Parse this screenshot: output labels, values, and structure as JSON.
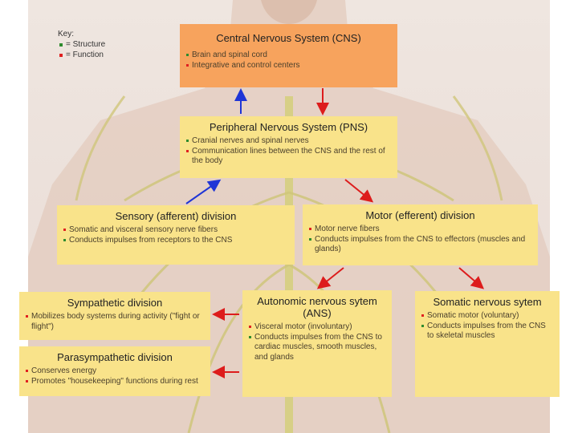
{
  "key": {
    "title": "Key:",
    "items": [
      {
        "label": "= Structure",
        "color": "#2e8b2e"
      },
      {
        "label": "= Function",
        "color": "#e02020"
      }
    ]
  },
  "colors": {
    "structure": "#2e8b2e",
    "function": "#e02020",
    "afferent_arrow": "#1f35d6",
    "efferent_arrow": "#dd1c1c",
    "box": "#f9e38a",
    "cns_box": "#f7a35d"
  },
  "boxes": {
    "cns": {
      "title": "Central Nervous System (CNS)",
      "items": [
        {
          "text": "Brain and spinal cord",
          "kind": "structure"
        },
        {
          "text": "Integrative and control centers",
          "kind": "function"
        }
      ]
    },
    "pns": {
      "title": "Peripheral Nervous System (PNS)",
      "items": [
        {
          "text": "Cranial nerves and spinal nerves",
          "kind": "structure"
        },
        {
          "text": "Communication lines between the CNS and the rest of the body",
          "kind": "function"
        }
      ]
    },
    "sensory": {
      "title": "Sensory (afferent) division",
      "items": [
        {
          "text": "Somatic and visceral sensory nerve fibers",
          "kind": "structure"
        },
        {
          "text": "Conducts impulses from receptors to the CNS",
          "kind": "function"
        }
      ]
    },
    "motor": {
      "title": "Motor (efferent) division",
      "items": [
        {
          "text": "Motor nerve fibers",
          "kind": "structure"
        },
        {
          "text": "Conducts impulses from the CNS to effectors (muscles and glands)",
          "kind": "function"
        }
      ]
    },
    "sympathetic": {
      "title": "Sympathetic division",
      "items": [
        {
          "text": "Mobilizes body systems during activity (\"fight or flight\")",
          "kind": "function"
        }
      ]
    },
    "parasympathetic": {
      "title": "Parasympathetic division",
      "items": [
        {
          "text": "Conserves energy",
          "kind": "function"
        },
        {
          "text": "Promotes \"housekeeping\" functions during rest",
          "kind": "function"
        }
      ]
    },
    "ans": {
      "title": "Autonomic nervous sytem (ANS)",
      "items": [
        {
          "text": "Visceral motor (involuntary)",
          "kind": "function"
        },
        {
          "text": "Conducts impulses from the CNS to cardiac muscles, smooth muscles, and glands",
          "kind": "structure"
        }
      ]
    },
    "somatic": {
      "title": "Somatic nervous sytem",
      "items": [
        {
          "text": "Somatic motor (voluntary)",
          "kind": "function"
        },
        {
          "text": "Conducts impulses from the CNS to skeletal muscles",
          "kind": "structure"
        }
      ]
    }
  }
}
